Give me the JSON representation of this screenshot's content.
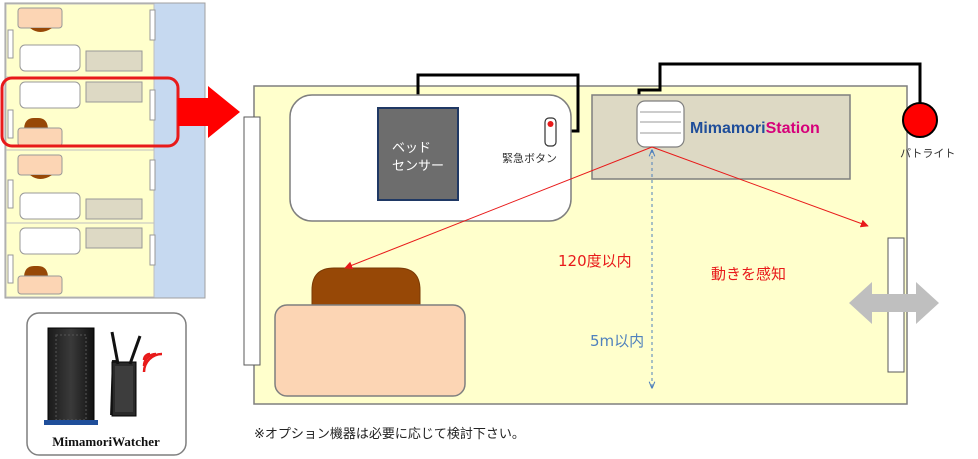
{
  "labels": {
    "bed_sensor_line1": "ベッド",
    "bed_sensor_line2": "センサー",
    "emergency_button": "緊急ボタン",
    "patlite": "パトライト",
    "angle": "120度以内",
    "distance": "5m以内",
    "motion": "動きを感知",
    "station_brand_a": "Mimamori",
    "station_brand_b": "Station",
    "watcher": "MimamoriWatcher",
    "note": "※オプション機器は必要に応じて検討下さい。"
  },
  "colors": {
    "room_fill": "#ffffcc",
    "floorplan_corridor": "#c6d9f0",
    "highlight_red": "#e81a1a",
    "station_fill": "#ddd9c4",
    "sensor_fill": "#6d6d6d",
    "desk_fill": "#fcd5b4",
    "chair_fill": "#974806",
    "wire": "#000000",
    "range_blue": "#4f81bd",
    "motion_red": "#e81a1a",
    "patlite_red": "#ff0000",
    "brand_blue": "#1f4e9a",
    "brand_magenta": "#d6007a"
  }
}
